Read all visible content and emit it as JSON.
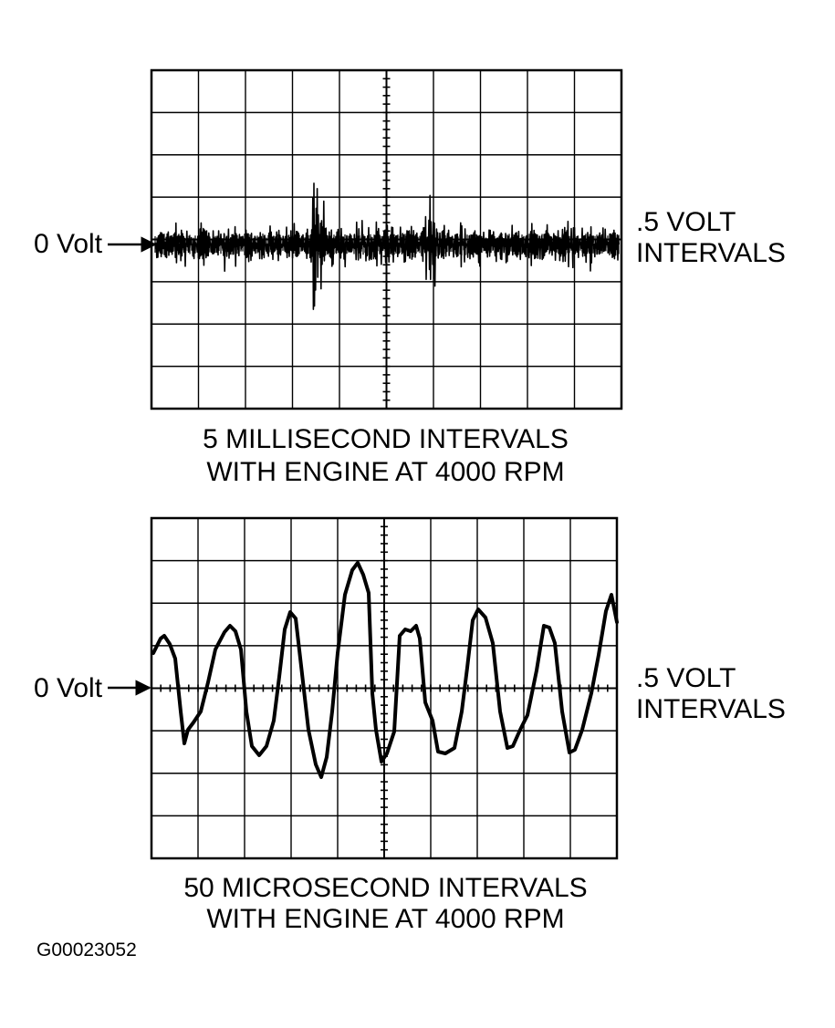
{
  "scope1": {
    "zero_label": "0 Volt",
    "volt_line1": ".5 VOLT",
    "volt_line2": "INTERVALS",
    "caption_line1": "5 MILLISECOND INTERVALS",
    "caption_line2": "WITH ENGINE AT 4000 RPM"
  },
  "scope2": {
    "zero_label": "0 Volt",
    "volt_line1": ".5 VOLT",
    "volt_line2": "INTERVALS",
    "caption_line1": "50 MICROSECOND INTERVALS",
    "caption_line2": "WITH ENGINE AT 4000 RPM"
  },
  "figure_code": "G00023052",
  "colors": {
    "ink": "#000000",
    "paper": "#ffffff"
  }
}
